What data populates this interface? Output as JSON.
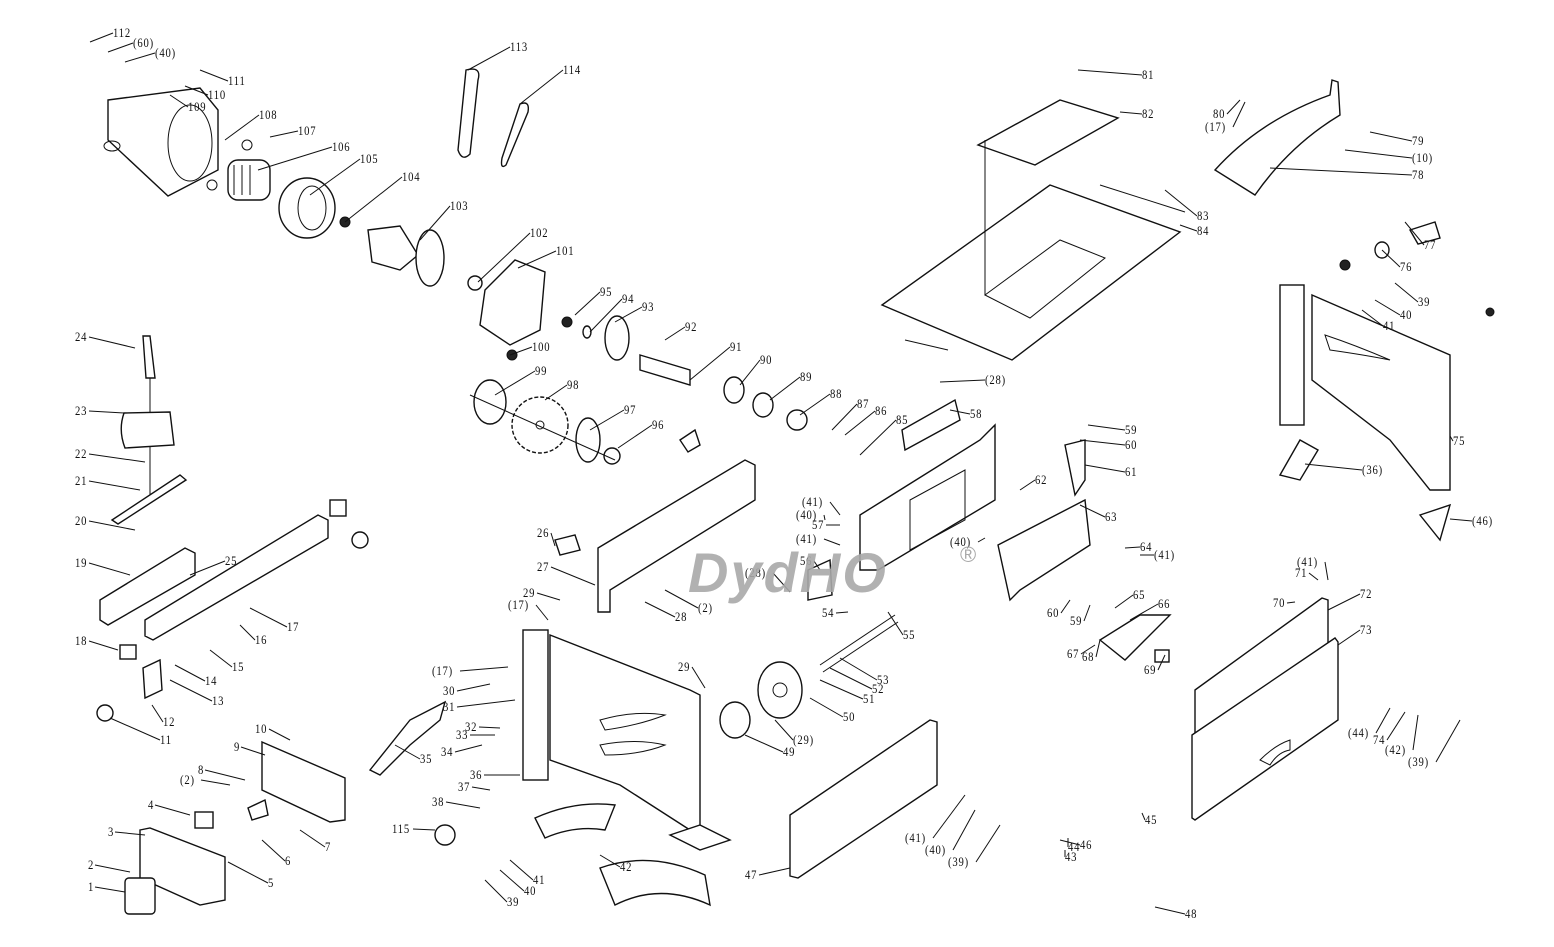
{
  "diagram": {
    "type": "exploded-parts-diagram",
    "subject": "table saw",
    "watermark": "DydHO",
    "watermark_mark": "®",
    "part_labels": [
      "112",
      "(60)",
      "(40)",
      "111",
      "110",
      "109",
      "108",
      "107",
      "106",
      "105",
      "104",
      "103",
      "102",
      "101",
      "113",
      "114",
      "95",
      "94",
      "93",
      "92",
      "91",
      "90",
      "89",
      "88",
      "87",
      "86",
      "85",
      "100",
      "99",
      "98",
      "97",
      "96",
      "81",
      "82",
      "83",
      "84",
      "80",
      "(17)",
      "79",
      "(10)",
      "78",
      "77",
      "76",
      "39",
      "40",
      "41",
      "75",
      "(36)",
      "(46)",
      "24",
      "23",
      "22",
      "21",
      "20",
      "19",
      "25",
      "17",
      "16",
      "15",
      "18",
      "14",
      "13",
      "12",
      "11",
      "10",
      "9",
      "8",
      "(2)",
      "4",
      "3",
      "2",
      "1",
      "5",
      "6",
      "7",
      "26",
      "27",
      "29",
      "(17)",
      "28",
      "(2)",
      "(41)",
      "(40)",
      "57",
      "(41)",
      "56",
      "(28)",
      "54",
      "55",
      "(28)",
      "58",
      "59",
      "60",
      "61",
      "62",
      "63",
      "64",
      "(41)",
      "(40)",
      "60",
      "59",
      "65",
      "66",
      "67",
      "68",
      "69",
      "(17)",
      "30",
      "31",
      "32",
      "33",
      "34",
      "35",
      "36",
      "37",
      "38",
      "115",
      "29",
      "45",
      "46",
      "44",
      "43",
      "42",
      "41",
      "40",
      "39",
      "48",
      "53",
      "52",
      "51",
      "50",
      "(29)",
      "49",
      "47",
      "(41)",
      "(40)",
      "(39)",
      "70",
      "71",
      "(41)",
      "72",
      "73",
      "(44)",
      "74",
      "(42)",
      "(39)"
    ]
  }
}
